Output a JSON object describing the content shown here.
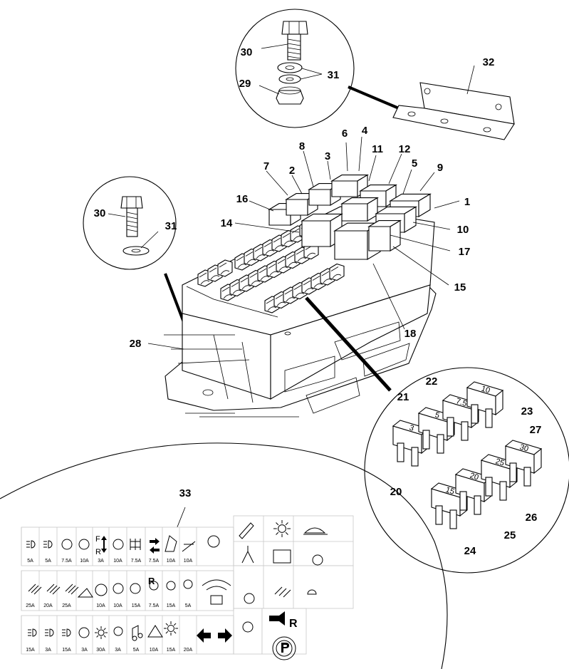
{
  "callouts": [
    {
      "id": "c1",
      "label": "1"
    },
    {
      "id": "c2",
      "label": "2"
    },
    {
      "id": "c3",
      "label": "3"
    },
    {
      "id": "c4",
      "label": "4"
    },
    {
      "id": "c5",
      "label": "5"
    },
    {
      "id": "c6",
      "label": "6"
    },
    {
      "id": "c7",
      "label": "7"
    },
    {
      "id": "c8",
      "label": "8"
    },
    {
      "id": "c9",
      "label": "9"
    },
    {
      "id": "c10",
      "label": "10"
    },
    {
      "id": "c11",
      "label": "11"
    },
    {
      "id": "c12",
      "label": "12"
    },
    {
      "id": "c14",
      "label": "14"
    },
    {
      "id": "c15",
      "label": "15"
    },
    {
      "id": "c16",
      "label": "16"
    },
    {
      "id": "c17",
      "label": "17"
    },
    {
      "id": "c18",
      "label": "18"
    },
    {
      "id": "c20",
      "label": "20"
    },
    {
      "id": "c21",
      "label": "21"
    },
    {
      "id": "c22",
      "label": "22"
    },
    {
      "id": "c23",
      "label": "23"
    },
    {
      "id": "c24",
      "label": "24"
    },
    {
      "id": "c25",
      "label": "25"
    },
    {
      "id": "c26",
      "label": "26"
    },
    {
      "id": "c27",
      "label": "27"
    },
    {
      "id": "c28",
      "label": "28"
    },
    {
      "id": "c29",
      "label": "29"
    },
    {
      "id": "c30a",
      "label": "30"
    },
    {
      "id": "c31a",
      "label": "31"
    },
    {
      "id": "c32",
      "label": "32"
    },
    {
      "id": "c30b",
      "label": "30"
    },
    {
      "id": "c31b",
      "label": "31"
    },
    {
      "id": "c33",
      "label": "33"
    }
  ],
  "fuse_blades": [
    {
      "id": "f3",
      "value": "3"
    },
    {
      "id": "f5",
      "value": "5"
    },
    {
      "id": "f75",
      "value": "7.5"
    },
    {
      "id": "f10",
      "value": "10"
    },
    {
      "id": "f15",
      "value": "15"
    },
    {
      "id": "f20",
      "value": "20"
    },
    {
      "id": "f25",
      "value": "25"
    },
    {
      "id": "f30",
      "value": "30"
    }
  ],
  "label_rows": [
    {
      "row": 1,
      "ratings": [
        "5A",
        "5A",
        "7.5A",
        "10A",
        "3A",
        "10A",
        "7.5A",
        "7.5A",
        "10A",
        "10A"
      ]
    },
    {
      "row": 2,
      "ratings": [
        "25A",
        "20A",
        "25A",
        "",
        "10A",
        "10A",
        "15A",
        "7.5A",
        "15A",
        "5A"
      ]
    },
    {
      "row": 3,
      "ratings": [
        "15A",
        "3A",
        "15A",
        "3A",
        "30A",
        "3A",
        "5A",
        "10A",
        "15A",
        "20A"
      ]
    }
  ],
  "row_letters": {
    "f": "F",
    "r": "R",
    "r2": "R",
    "r3": "R"
  }
}
